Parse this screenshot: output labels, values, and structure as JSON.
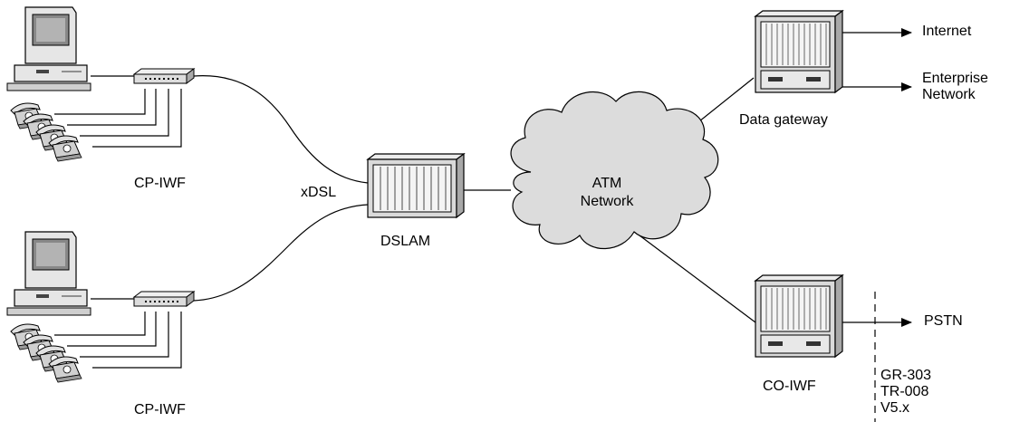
{
  "labels": {
    "cpiwf_top": "CP-IWF",
    "cpiwf_bottom": "CP-IWF",
    "xdsl": "xDSL",
    "dslam": "DSLAM",
    "atm_line1": "ATM",
    "atm_line2": "Network",
    "data_gateway": "Data gateway",
    "co_iwf": "CO-IWF",
    "internet": "Internet",
    "enterprise_line1": "Enterprise",
    "enterprise_line2": "Network",
    "pstn": "PSTN",
    "gr303": "GR-303",
    "tr008": "TR-008",
    "v5x": "V5.x"
  },
  "colors": {
    "line": "#000000",
    "equipment_fill": "#d9d9d9",
    "equipment_dark": "#555555",
    "cloud_fill": "#dcdcdc",
    "background": "#ffffff"
  },
  "icons": {
    "computer": "desktop-computer-icon",
    "phone": "telephone-icon",
    "modem": "modem-icon",
    "rack": "equipment-rack-icon",
    "cloud": "network-cloud-icon"
  }
}
